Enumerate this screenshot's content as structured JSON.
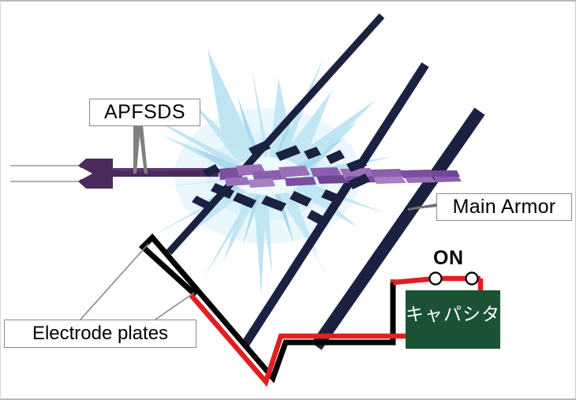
{
  "figure": {
    "title": "Electric armor defeating an APFSDS penetrator",
    "background_color": "#ffffff",
    "border_color": "#b9b9b9"
  },
  "labels": {
    "apfsds": "APFSDS",
    "main_armor": "Main Armor",
    "electrode_plates": "Electrode plates",
    "switch_on": "ON",
    "capacitor": "キャパシタ"
  },
  "colors": {
    "armor_plate": "#1b2140",
    "penetrator_rod": "#4b2a5c",
    "penetrator_fragment": "#9b6fb8",
    "flash_light": "#cdeaf6",
    "flash_mid": "#a9d9ec",
    "electrode_wire": "#000000",
    "power_wire": "#e02020",
    "capacitor_body": "#1a5233",
    "capacitor_text": "#ffffff",
    "label_border": "#8a8a8a",
    "guide_line": "#9a9a9a"
  },
  "components": {
    "armor_plates": [
      {
        "name": "armor-plate-1",
        "thickness": 9
      },
      {
        "name": "armor-plate-2",
        "thickness": 10
      },
      {
        "name": "armor-plate-3",
        "thickness": 15
      }
    ],
    "electrode_plates_count": 2,
    "switch_terminals": 2,
    "trajectory_guides": 2
  }
}
